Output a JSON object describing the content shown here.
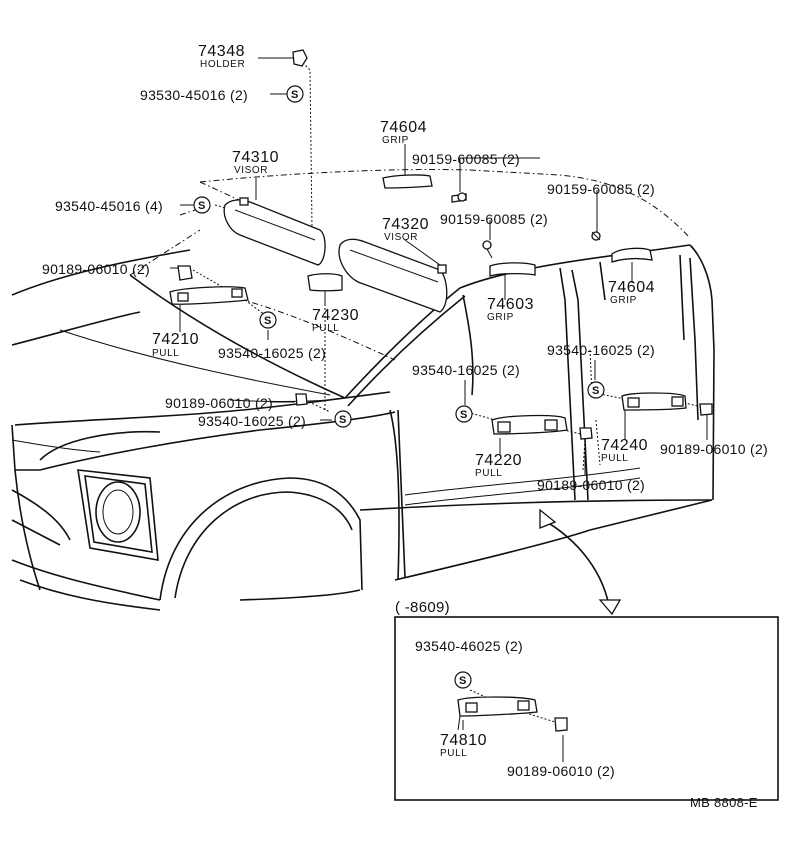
{
  "labels": {
    "p74348": "74348",
    "p74348_cap": "HOLDER",
    "p93530_45016": "93530-45016 (2)",
    "p74604_top": "74604",
    "p74604_top_cap": "GRIP",
    "p90159_a": "90159-60085 (2)",
    "p90159_b": "90159-60085 (2)",
    "p90159_c": "90159-60085 (2)",
    "p74310": "74310",
    "p74310_cap": "VISOR",
    "p93540_45016": "93540-45016 (4)",
    "p74320": "74320",
    "p74320_cap": "VISOR",
    "p90189_a": "90189-06010 (2)",
    "p74230": "74230",
    "p74230_cap": "PULL",
    "p74603": "74603",
    "p74603_cap": "GRIP",
    "p74604_right": "74604",
    "p74604_right_cap": "GRIP",
    "p74210": "74210",
    "p74210_cap": "PULL",
    "p93540_16025_a": "93540-16025 (2)",
    "p93540_16025_b": "93540-16025 (2)",
    "p93540_16025_c": "93540-16025 (2)",
    "p93540_16025_d": "93540-16025 (2)",
    "p90189_b": "90189-06010 (2)",
    "p74240": "74240",
    "p74240_cap": "PULL",
    "p90189_c": "90189-06010 (2)",
    "p74220": "74220",
    "p74220_cap": "PULL",
    "p90189_d": "90189-06010 (2)",
    "inset_range": "(      -8609)",
    "p93540_46025": "93540-46025 (2)",
    "p74810": "74810",
    "p74810_cap": "PULL",
    "p90189_e": "90189-06010 (2)",
    "footer_code": "MB 8808-E"
  },
  "symbol_text": "S"
}
